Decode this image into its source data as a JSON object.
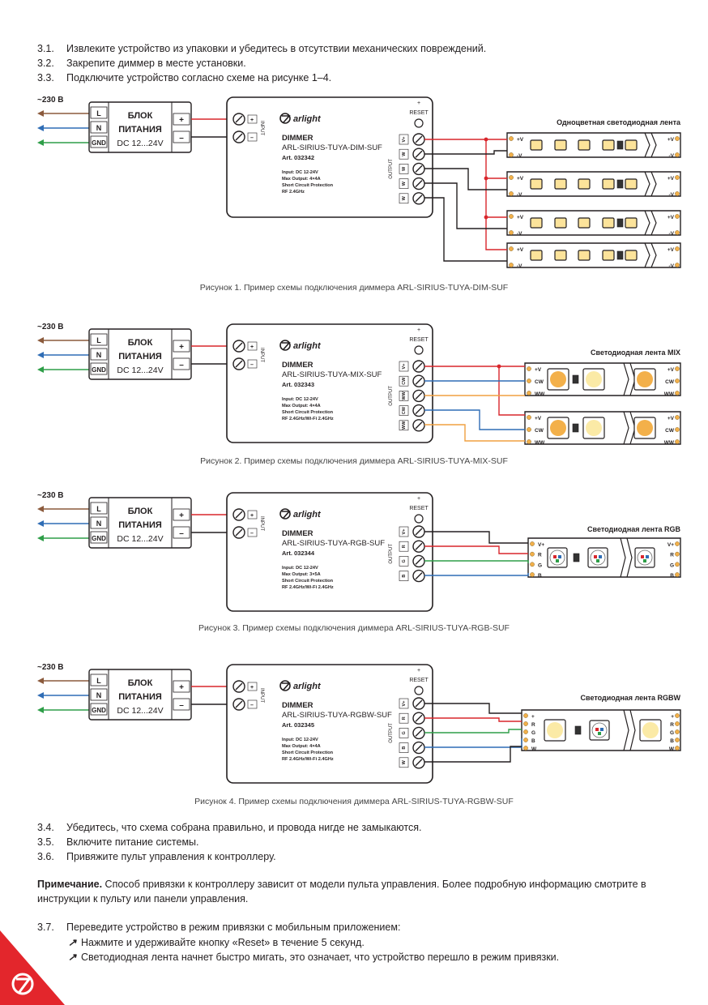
{
  "steps_top": [
    {
      "num": "3.1.",
      "text": "Извлеките устройство из упаковки и убедитесь в отсутствии механических повреждений."
    },
    {
      "num": "3.2.",
      "text": "Закрепите диммер в месте установки."
    },
    {
      "num": "3.3.",
      "text": "Подключите устройство согласно схеме на рисунке 1–4."
    }
  ],
  "common": {
    "mains": "~230 В",
    "mains_l": "L",
    "mains_n": "N",
    "mains_gnd": "GND",
    "psu_title_1": "БЛОК",
    "psu_title_2": "ПИТАНИЯ",
    "psu_voltage": "DC 12...24V",
    "plus": "+",
    "minus": "–",
    "input": "INPUT",
    "output": "OUTPUT",
    "reset": "RESET",
    "brand": "arlight",
    "dimmer": "DIMMER"
  },
  "figures": [
    {
      "model": "ARL-SIRIUS-TUYA-DIM-SUF",
      "art": "Art. 032342",
      "specs": [
        "Input: DC 12-24V",
        "Max Output: 4×4A",
        "Short Circuit Protection",
        "RF 2.4GHz"
      ],
      "terminals": [
        "V+",
        "W",
        "W",
        "W",
        "W"
      ],
      "strip_title": "Одноцветная светодиодная лента",
      "strip_labels": [
        "+V",
        "-V"
      ],
      "caption": "Рисунок 1. Пример схемы подключения диммера ARL-SIRIUS-TUYA-DIM-SUF"
    },
    {
      "model": "ARL-SIRIUS-TUYA-MIX-SUF",
      "art": "Art. 032343",
      "specs": [
        "Input: DC 12-24V",
        "Max Output: 4×4A",
        "Short Circuit Protection",
        "RF 2.4GHz/Wi-Fi 2.4GHz"
      ],
      "terminals": [
        "V+",
        "CW",
        "WW",
        "CW",
        "WW"
      ],
      "strip_title": "Светодиодная лента MIX",
      "strip_labels": [
        "+V",
        "CW",
        "WW"
      ],
      "caption": "Рисунок 2. Пример схемы подключения диммера ARL-SIRIUS-TUYA-MIX-SUF"
    },
    {
      "model": "ARL-SIRIUS-TUYA-RGB-SUF",
      "art": "Art. 032344",
      "specs": [
        "Input: DC 12-24V",
        "Max Output: 3×5A",
        "Short Circuit Protection",
        "RF 2.4GHz/Wi-Fi 2.4GHz"
      ],
      "terminals": [
        "V+",
        "R",
        "G",
        "B"
      ],
      "strip_title": "Светодиодная лента RGB",
      "strip_labels": [
        "V+",
        "R",
        "G",
        "B"
      ],
      "caption": "Рисунок 3. Пример схемы подключения диммера ARL-SIRIUS-TUYA-RGB-SUF"
    },
    {
      "model": "ARL-SIRIUS-TUYA-RGBW-SUF",
      "art": "Art. 032345",
      "specs": [
        "Input: DC 12-24V",
        "Max Output: 4×4A",
        "Short Circuit Protection",
        "RF 2.4GHz/Wi-Fi 2.4GHz"
      ],
      "terminals": [
        "V+",
        "R",
        "G",
        "B",
        "W"
      ],
      "strip_title": "Светодиодная лента RGBW",
      "strip_labels": [
        "+",
        "R",
        "G",
        "B",
        "W"
      ],
      "caption": "Рисунок 4. Пример схемы подключения диммера ARL-SIRIUS-TUYA-RGBW-SUF"
    }
  ],
  "steps_mid": [
    {
      "num": "3.4.",
      "text": "Убедитесь, что схема собрана правильно, и провода нигде не замыкаются."
    },
    {
      "num": "3.5.",
      "text": "Включите питание системы."
    },
    {
      "num": "3.6.",
      "text": "Привяжите пульт управления к контроллеру."
    }
  ],
  "note": {
    "label": "Примечание.",
    "text": " Способ привязки к контроллеру зависит от модели пульта управления. Более подробную информацию смотрите в инструкции к пульту или панели управления."
  },
  "step_37": {
    "num": "3.7.",
    "text": "Переведите устройство в режим привязки с мобильным приложением:"
  },
  "bullets": [
    "Нажмите и удерживайте кнопку «Reset» в течение 5 секунд.",
    "Светодиодная лента начнет быстро мигать, это означает, что устройство перешло в режим привязки."
  ],
  "colors": {
    "brown": "#8b5a3c",
    "blue": "#2f6db5",
    "green": "#2e9e48",
    "red": "#d9262c",
    "black": "#231f20",
    "orange": "#f0a040",
    "logo_red": "#e3262c"
  }
}
